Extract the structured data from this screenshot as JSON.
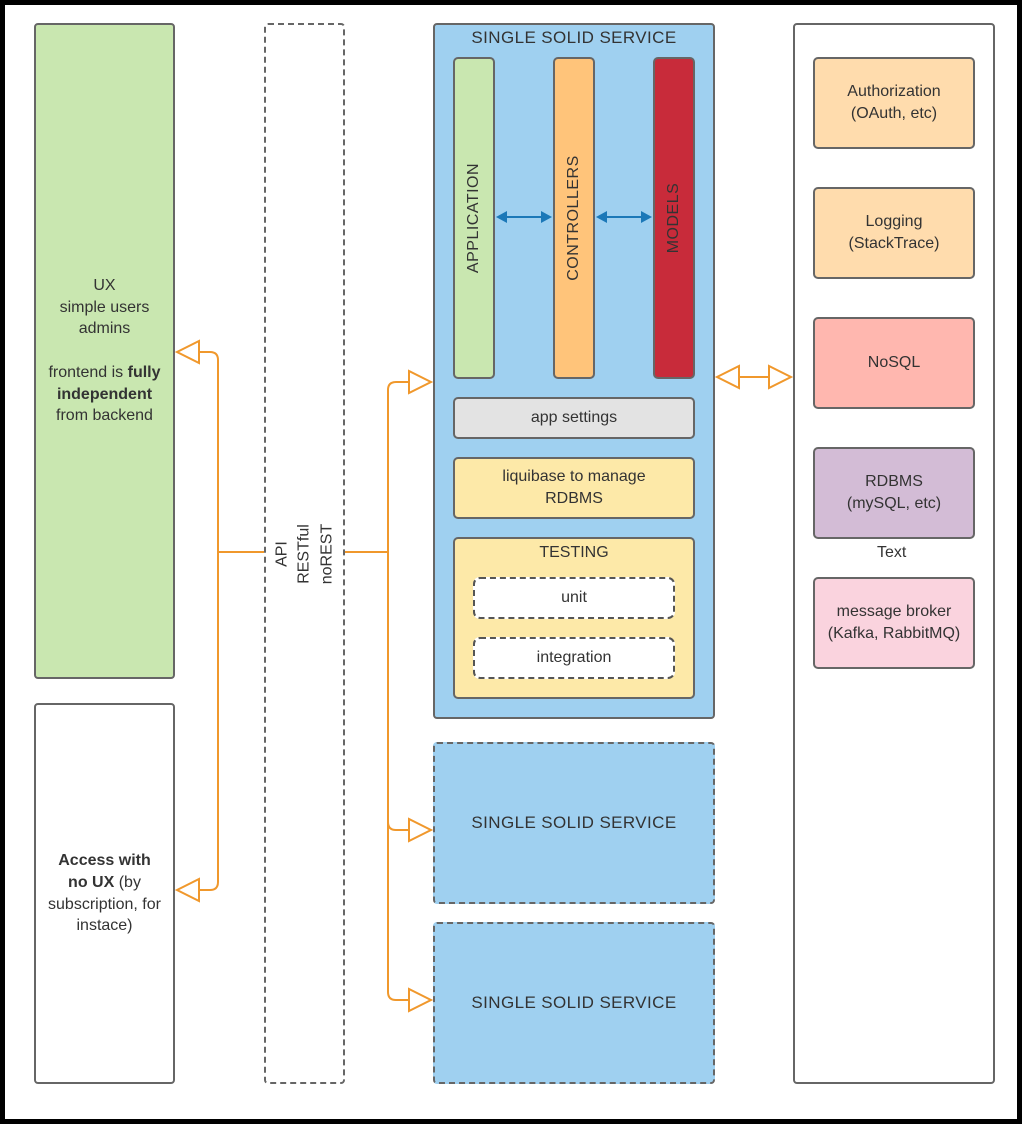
{
  "frontend": {
    "ux": "UX",
    "simple_users": "simple users",
    "admins": "admins",
    "text_before": "frontend is ",
    "bold_fully": "fully",
    "bold_independent": "independent",
    "text_after": "from backend"
  },
  "no_ux": {
    "bold_1": "Access with",
    "bold_2": "no UX",
    "text_1": " (by",
    "text_2": "subscription, for",
    "text_3": "instace)"
  },
  "api": {
    "line1": "API",
    "line2": "RESTful",
    "line3": "noREST"
  },
  "main_service": {
    "title": "SINGLE SOLID SERVICE",
    "application": "APPLICATION",
    "controllers": "CONTROLLERS",
    "models": "MODELS",
    "app_settings": "app settings",
    "liquibase_1": "liquibase to manage",
    "liquibase_2": "RDBMS",
    "testing": "TESTING",
    "unit": "unit",
    "integration": "integration"
  },
  "other_services": [
    {
      "title": "SINGLE SOLID SERVICE"
    },
    {
      "title": "SINGLE SOLID SERVICE"
    }
  ],
  "infra": {
    "authorization_1": "Authorization",
    "authorization_2": "(OAuth, etc)",
    "logging_1": "Logging",
    "logging_2": "(StackTrace)",
    "nosql": "NoSQL",
    "rdbms_1": "RDBMS",
    "rdbms_2": "(mySQL, etc)",
    "stray_text": "Text",
    "broker_1": "message broker",
    "broker_2": "(Kafka, RabbitMQ)"
  },
  "colors": {
    "frontend_fill": "#c9e7b0",
    "service_fill": "#9fd0f0",
    "application_fill": "#c9e7b0",
    "controllers_fill": "#ffc47a",
    "models_fill": "#c82b3a",
    "settings_fill": "#e3e3e3",
    "yellow_fill": "#fde9a8",
    "orange_light": "#ffdcad",
    "nosql_fill": "#ffb7af",
    "rdbms_fill": "#d3bcd6",
    "broker_fill": "#fad3de",
    "connector_orange": "#f0982c",
    "connector_blue": "#1b78b8"
  }
}
